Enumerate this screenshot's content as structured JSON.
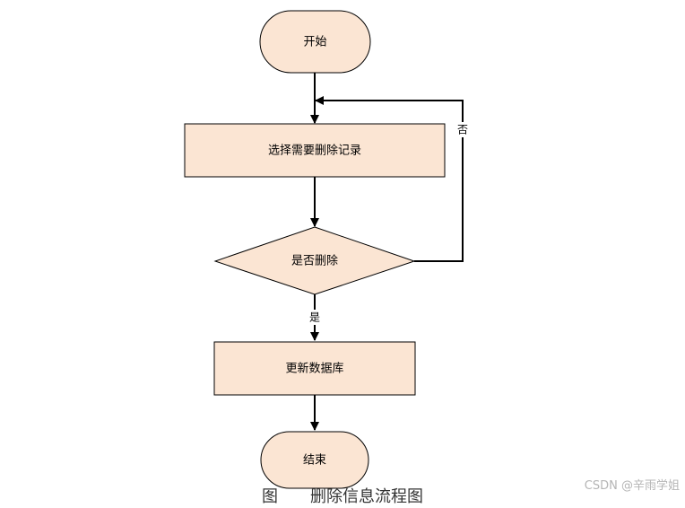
{
  "nodes": {
    "start": "开始",
    "select": "选择需要删除记录",
    "decision": "是否删除",
    "update": "更新数据库",
    "end": "结束"
  },
  "edges": {
    "no": "否",
    "yes": "是"
  },
  "caption": "图　　删除信息流程图",
  "watermark": "CSDN @辛雨学姐",
  "colors": {
    "node_fill": "#fbe5d3",
    "stroke": "#000000"
  }
}
